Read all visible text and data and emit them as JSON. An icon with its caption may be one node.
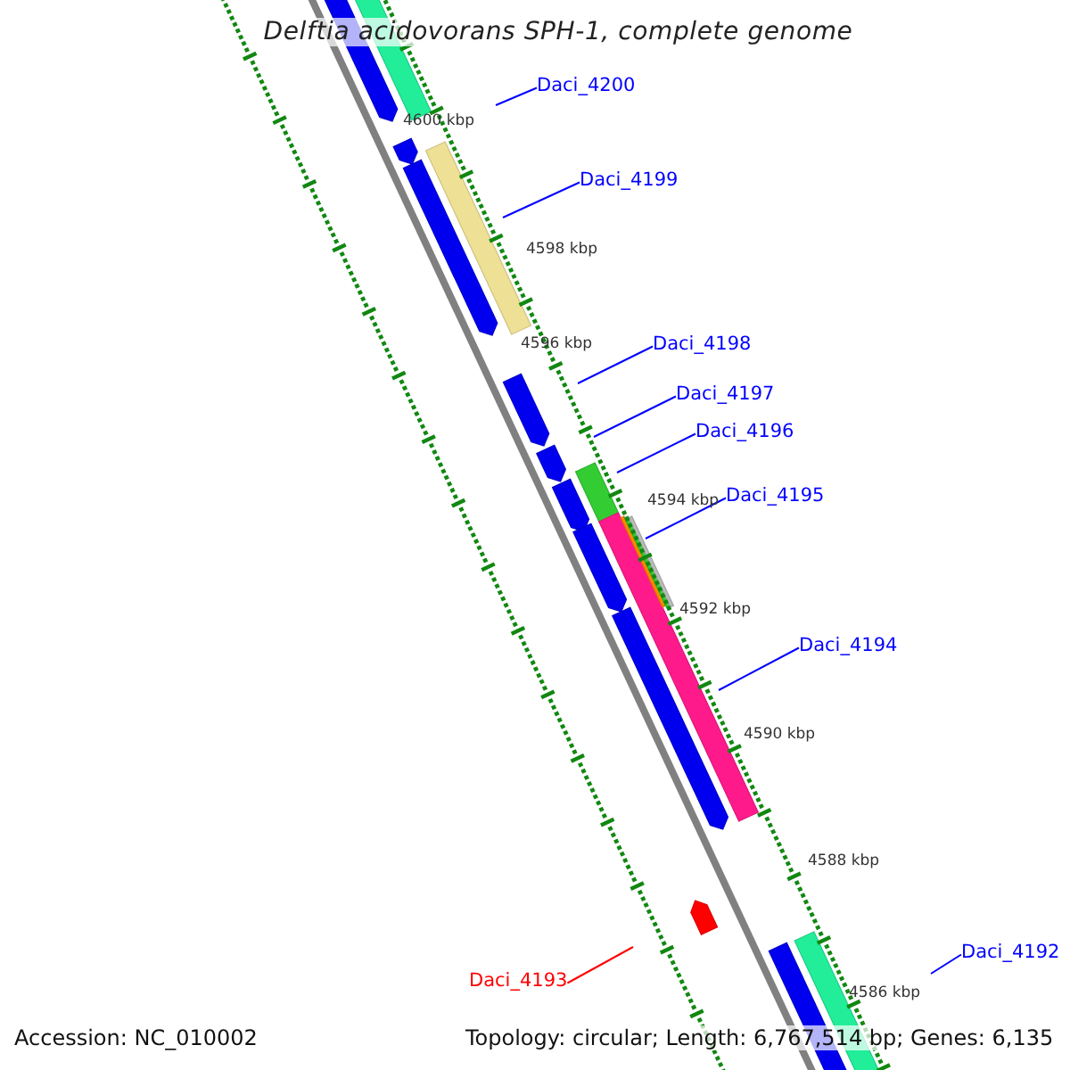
{
  "diagram": {
    "title": "Delftia acidovorans SPH-1, complete genome",
    "nodes": [
      {
        "text": [
          "Daci_4200"
        ]
      },
      {
        "text": [
          "Daci_4199"
        ]
      },
      {
        "text": [
          "Daci_4198"
        ]
      },
      {
        "text": [
          "Daci_4197"
        ]
      },
      {
        "text": [
          "Daci_4196"
        ]
      },
      {
        "text": [
          "Daci_4195"
        ]
      },
      {
        "text": [
          "Daci_4194"
        ]
      },
      {
        "text": [
          "Daci_4192"
        ]
      },
      {
        "text": [
          "Daci_4193"
        ]
      }
    ],
    "edges": [
      {
        "from": 0,
        "to": null,
        "arrow": "none"
      },
      {
        "from": 1,
        "to": null,
        "arrow": "none"
      },
      {
        "from": 2,
        "to": null,
        "arrow": "none"
      },
      {
        "from": 3,
        "to": null,
        "arrow": "none"
      },
      {
        "from": 4,
        "to": null,
        "arrow": "none"
      },
      {
        "from": 5,
        "to": null,
        "arrow": "none"
      },
      {
        "from": 6,
        "to": null,
        "arrow": "none"
      },
      {
        "from": 7,
        "to": null,
        "arrow": "none"
      },
      {
        "from": 8,
        "to": null,
        "arrow": "none",
        "color": "#ff0000"
      }
    ],
    "labels": [
      "4600 kbp",
      "4598 kbp",
      "4596 kbp",
      "4594 kbp",
      "4592 kbp",
      "4590 kbp",
      "4588 kbp",
      "4586 kbp",
      "Accession: NC_010002",
      "Topology: circular; Length: 6,767,514 bp; Genes: 6,135"
    ]
  }
}
